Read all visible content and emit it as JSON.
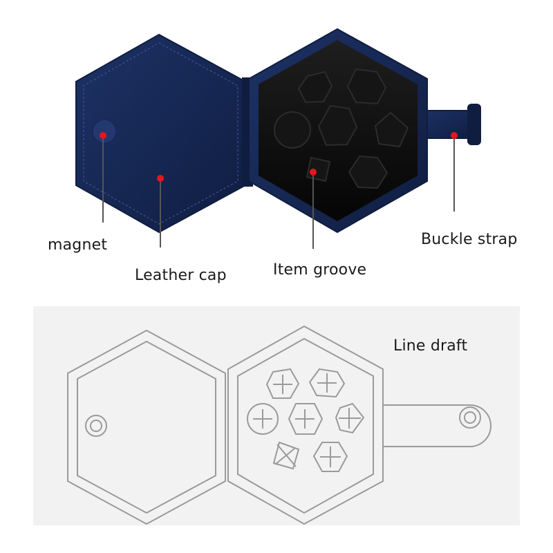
{
  "colors": {
    "leather": "#1d3266",
    "leather_dark": "#0f1d40",
    "tray": "#0a0a0a",
    "marker": "#e8141e",
    "draft_bg": "#f2f2f2",
    "draft_line": "#9a9a9a"
  },
  "labels": {
    "magnet": "magnet",
    "leather_cap": "Leather cap",
    "item_groove": "Item groove",
    "buckle_strap": "Buckle strap",
    "line_draft": "Line draft"
  }
}
